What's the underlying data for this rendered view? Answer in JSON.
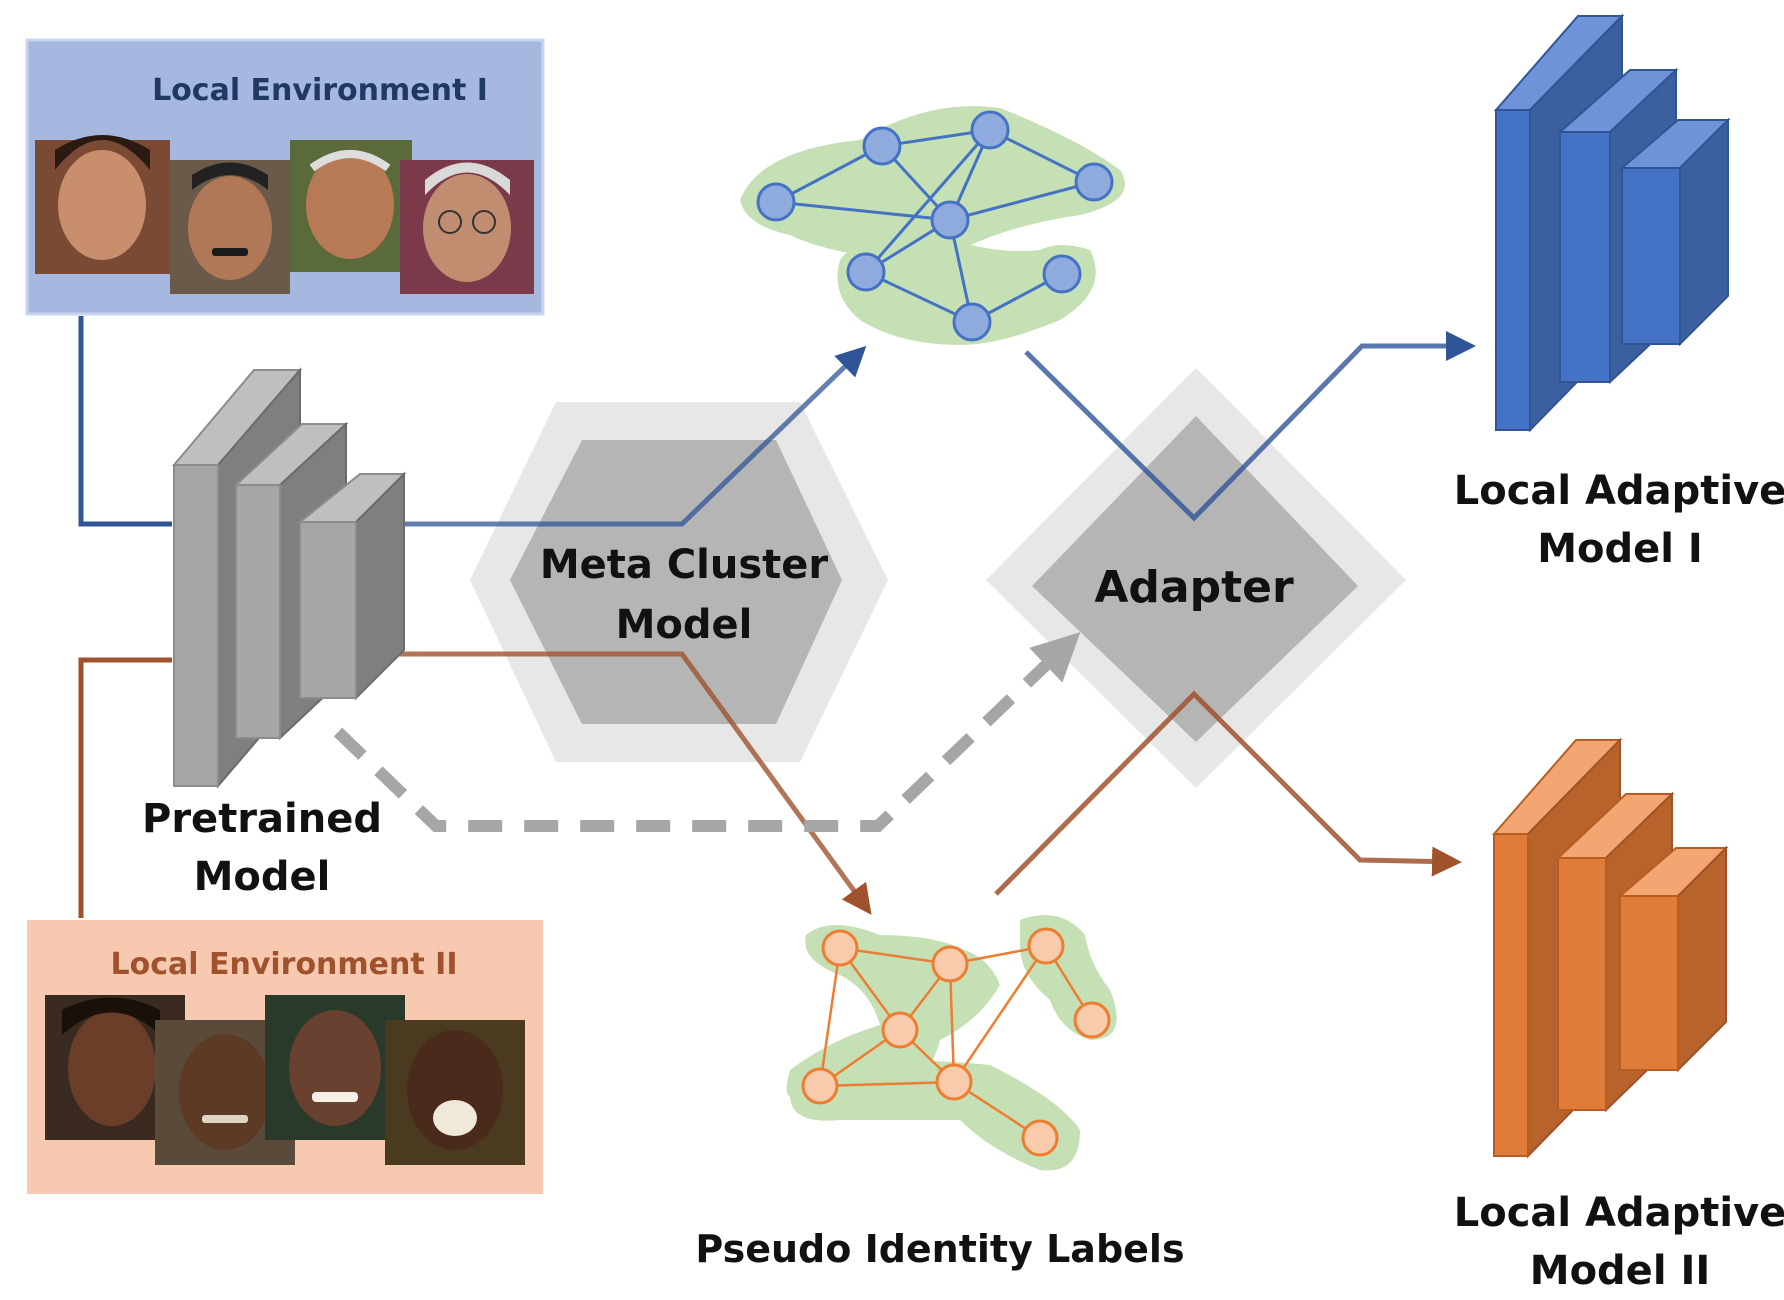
{
  "environments": [
    {
      "id": "env1",
      "title": "Local Environment I",
      "face_count": 4
    },
    {
      "id": "env2",
      "title": "Local Environment II",
      "face_count": 4
    }
  ],
  "models": {
    "pretrained": {
      "line1": "Pretrained",
      "line2": "Model"
    },
    "local_adaptive_1": {
      "line1": "Local Adaptive",
      "line2": "Model I"
    },
    "local_adaptive_2": {
      "line1": "Local Adaptive",
      "line2": "Model II"
    }
  },
  "meta_cluster": {
    "line1": "Meta Cluster",
    "line2": "Model"
  },
  "adapter": {
    "label": "Adapter"
  },
  "pseudo_labels": {
    "label": "Pseudo Identity Labels"
  },
  "colors": {
    "blue_line": "#2f5597",
    "brown_line": "#a0522d",
    "env1_bg": "#a7b8e0",
    "env1_title": "#1f3864",
    "env2_bg": "#f6c9b0",
    "env2_title": "#a0522d",
    "node_blue": "#8faadc",
    "node_blue_stroke": "#4472c4",
    "node_orange": "#f8cbad",
    "node_orange_stroke": "#ed7d31",
    "cluster_green": "#c5e0b4",
    "model_gray": "#a6a6a6",
    "model_blue": "#4472c4",
    "model_orange": "#ed7d31"
  }
}
